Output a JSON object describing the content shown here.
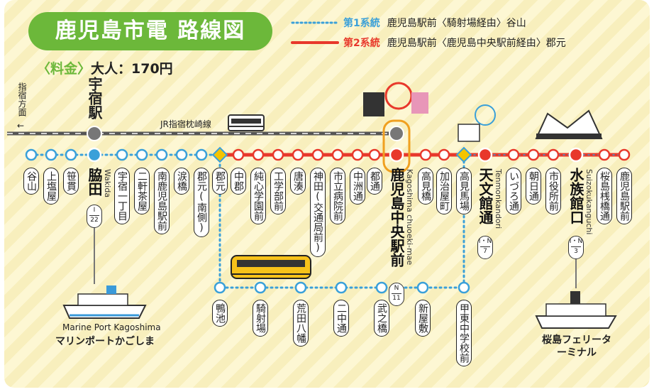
{
  "header": {
    "title": "鹿児島市電 路線図"
  },
  "fare": {
    "label": "〈料金〉",
    "text": "大人：170円"
  },
  "legend": [
    {
      "system": "第1系統",
      "route": "鹿児島駅前〈騎射場経由〉谷山",
      "color": "#3aa0d9",
      "style": "dotted"
    },
    {
      "system": "第2系統",
      "route": "鹿児島駅前〈鹿児島中央駅前経由〉郡元",
      "color": "#e8382b",
      "style": "solid"
    }
  ],
  "jr": {
    "direction": "指宿方面",
    "arrow": "←",
    "station": "宇宿駅",
    "line": "JR指宿枕崎線"
  },
  "colors": {
    "system1": "#3aa0d9",
    "system2": "#e8382b",
    "jr": "#555555",
    "title_bg": "#6cb83a",
    "transfer": "#f5c400"
  },
  "main_stations": [
    {
      "name": "谷山",
      "major": false
    },
    {
      "name": "上塩屋",
      "major": false
    },
    {
      "name": "笹貫",
      "major": false
    },
    {
      "name": "脇田",
      "major": true,
      "roman": "Wakida",
      "code_line": "I",
      "code_num": "22"
    },
    {
      "name": "宇宿一丁目",
      "major": false
    },
    {
      "name": "二軒茶屋",
      "major": false
    },
    {
      "name": "南鹿児島駅前",
      "major": false
    },
    {
      "name": "涙橋",
      "major": false
    },
    {
      "name": "郡元(南側)",
      "major": false
    },
    {
      "name": "郡元",
      "major": false
    },
    {
      "name": "中郡",
      "major": false
    },
    {
      "name": "純心学園前",
      "major": false
    },
    {
      "name": "工学部前",
      "major": false
    },
    {
      "name": "唐湊",
      "major": false
    },
    {
      "name": "神田(交通局前)",
      "major": false
    },
    {
      "name": "市立病院前",
      "major": false
    },
    {
      "name": "中洲通",
      "major": false
    },
    {
      "name": "都通",
      "major": false
    },
    {
      "name": "鹿児島中央駅前",
      "major": true,
      "roman": "Kagoshima chuoeki-mae",
      "code_line": "N",
      "code_num": "11"
    },
    {
      "name": "高見橋",
      "major": false
    },
    {
      "name": "加治屋町",
      "major": false
    },
    {
      "name": "高見馬場",
      "major": false
    },
    {
      "name": "天文館通",
      "major": true,
      "roman": "Tenmonkandori",
      "code_line": "I・N",
      "code_num": "7"
    },
    {
      "name": "いづろ通",
      "major": false
    },
    {
      "name": "朝日通",
      "major": false
    },
    {
      "name": "市役所前",
      "major": false
    },
    {
      "name": "水族館口",
      "major": true,
      "roman": "Suizokukanguchi",
      "code_line": "I・N",
      "code_num": "3"
    },
    {
      "name": "桜島桟橋通",
      "major": false
    },
    {
      "name": "鹿児島駅前",
      "major": false
    }
  ],
  "loop_stations": [
    "鴨池",
    "騎射場",
    "荒田八幡",
    "二中通",
    "武之橋",
    "新屋敷",
    "甲東中学校前"
  ],
  "ports": {
    "marine_en": "Marine Port Kagoshima",
    "marine_jp": "マリンポートかごしま",
    "ferry": "桜島フェリーターミナル"
  }
}
